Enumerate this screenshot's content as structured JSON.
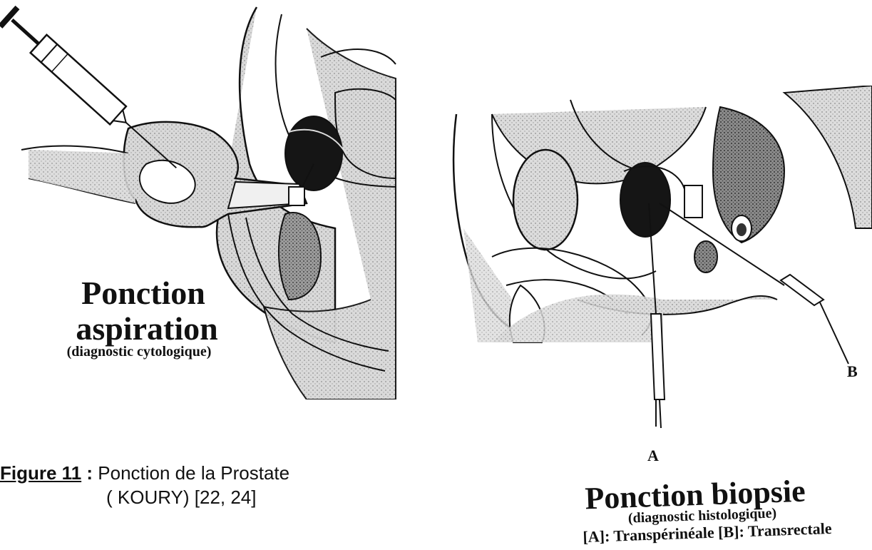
{
  "left_panel": {
    "title_line1": "Ponction",
    "title_line2": "aspiration",
    "subtitle": "(diagnostic cytologique)"
  },
  "caption": {
    "figure_label": "Figure 11",
    "separator": " : ",
    "line1_text": "Ponction de la Prostate",
    "line2_text": "( KOURY) [22, 24]"
  },
  "right_panel": {
    "label_a": "A",
    "label_b": "B",
    "title": "Ponction biopsie",
    "subtitle": "(diagnostic histologique)",
    "legend": "[A]: Transpérinéale [B]: Transrectale"
  },
  "colors": {
    "ink": "#111111",
    "tissue_gray": "#c8c8c8",
    "dark_mass": "#151515"
  }
}
